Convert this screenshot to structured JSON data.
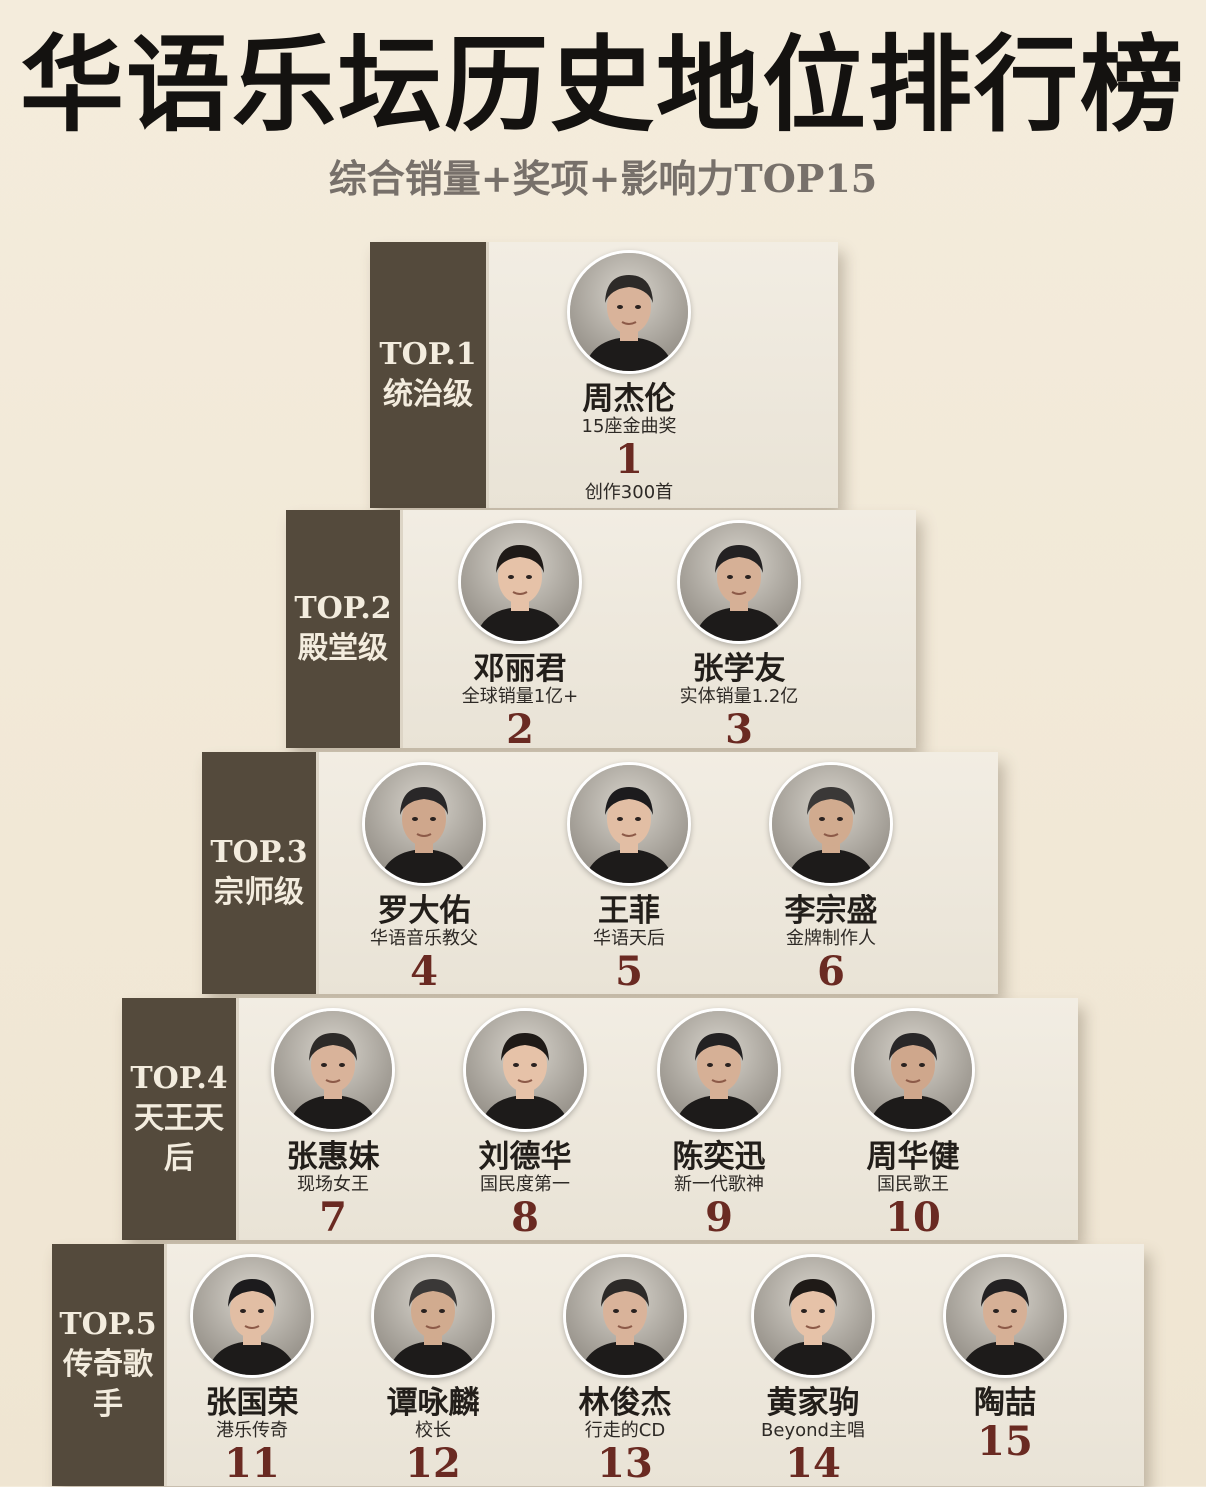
{
  "header": {
    "title": "华语乐坛历史地位排行榜",
    "subtitle": "综合销量+奖项+影响力TOP15"
  },
  "tiers": [
    {
      "rank_label": "TOP.1",
      "level": "统治级",
      "artists": [
        {
          "name": "周杰伦",
          "desc": "15座金曲奖",
          "rank": "1",
          "extra": "创作300首",
          "avatar": "portrait-jay-chou"
        }
      ]
    },
    {
      "rank_label": "TOP.2",
      "level": "殿堂级",
      "artists": [
        {
          "name": "邓丽君",
          "desc": "全球销量1亿+",
          "rank": "2",
          "avatar": "portrait-teresa-teng"
        },
        {
          "name": "张学友",
          "desc": "实体销量1.2亿",
          "rank": "3",
          "avatar": "portrait-jacky-cheung"
        }
      ]
    },
    {
      "rank_label": "TOP.3",
      "level": "宗师级",
      "artists": [
        {
          "name": "罗大佑",
          "desc": "华语音乐教父",
          "rank": "4",
          "avatar": "portrait-lo-ta-yu"
        },
        {
          "name": "王菲",
          "desc": "华语天后",
          "rank": "5",
          "avatar": "portrait-faye-wong"
        },
        {
          "name": "李宗盛",
          "desc": "金牌制作人",
          "rank": "6",
          "avatar": "portrait-jonathan-lee"
        }
      ]
    },
    {
      "rank_label": "TOP.4",
      "level": "天王天后",
      "artists": [
        {
          "name": "张惠妹",
          "desc": "现场女王",
          "rank": "7",
          "avatar": "portrait-a-mei"
        },
        {
          "name": "刘德华",
          "desc": "国民度第一",
          "rank": "8",
          "avatar": "portrait-andy-lau"
        },
        {
          "name": "陈奕迅",
          "desc": "新一代歌神",
          "rank": "9",
          "avatar": "portrait-eason-chan"
        },
        {
          "name": "周华健",
          "desc": "国民歌王",
          "rank": "10",
          "avatar": "portrait-wakin-chau"
        }
      ]
    },
    {
      "rank_label": "TOP.5",
      "level": "传奇歌手",
      "artists": [
        {
          "name": "张国荣",
          "desc": "港乐传奇",
          "rank": "11",
          "avatar": "portrait-leslie-cheung"
        },
        {
          "name": "谭咏麟",
          "desc": "校长",
          "rank": "12",
          "avatar": "portrait-alan-tam"
        },
        {
          "name": "林俊杰",
          "desc": "行走的CD",
          "rank": "13",
          "avatar": "portrait-jj-lin"
        },
        {
          "name": "黄家驹",
          "desc": "Beyond主唱",
          "rank": "14",
          "avatar": "portrait-wong-ka-kui"
        },
        {
          "name": "陶喆",
          "desc": "",
          "rank": "15",
          "avatar": "portrait-david-tao"
        }
      ]
    }
  ]
}
